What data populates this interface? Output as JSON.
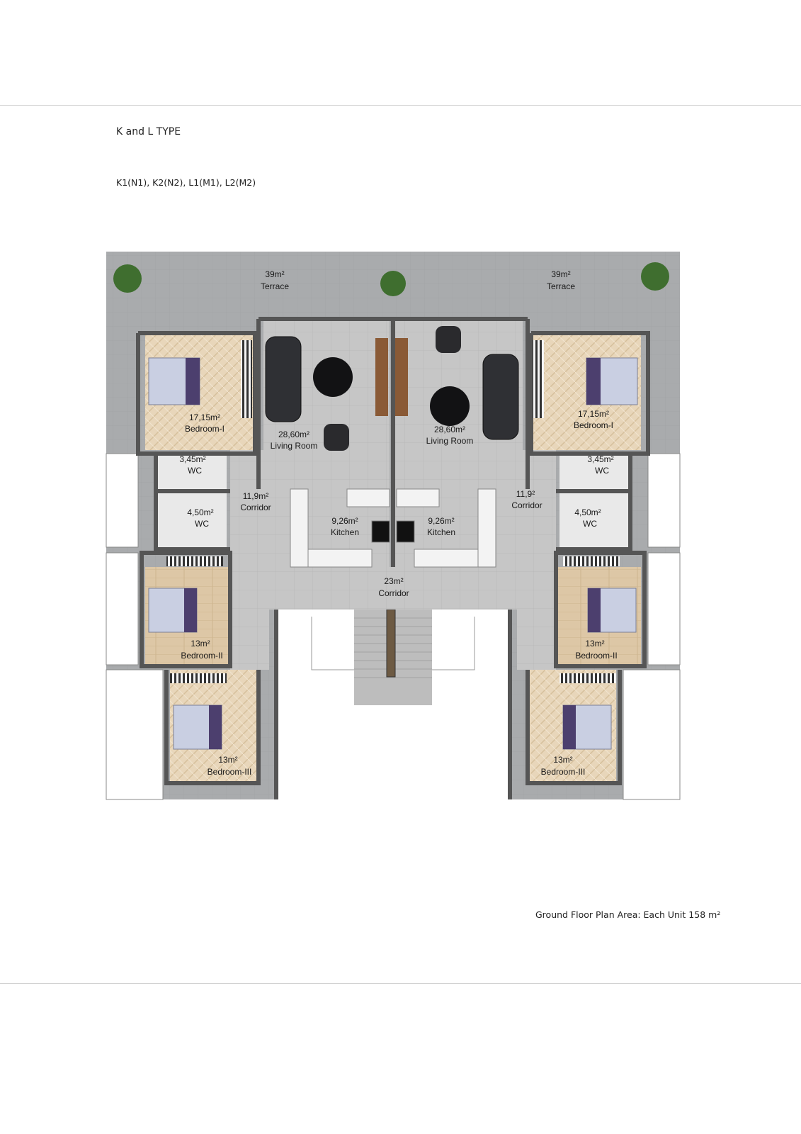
{
  "header": {
    "title": "K and L TYPE",
    "units": "K1(N1), K2(N2), L1(M1), L2(M2)"
  },
  "footer": {
    "area_note": "Ground Floor Plan Area: Each Unit 158 m²"
  },
  "rooms": {
    "terrace_left": {
      "area": "39m²",
      "name": "Terrace"
    },
    "terrace_right": {
      "area": "39m²",
      "name": "Terrace"
    },
    "bed1_left": {
      "area": "17,15m²",
      "name": "Bedroom-I"
    },
    "bed1_right": {
      "area": "17,15m²",
      "name": "Bedroom-I"
    },
    "living_left": {
      "area": "28,60m²",
      "name": "Living Room"
    },
    "living_right": {
      "area": "28,60m²",
      "name": "Living Room"
    },
    "wc1_left": {
      "area": "3,45m²",
      "name": "WC"
    },
    "wc1_right": {
      "area": "3,45m²",
      "name": "WC"
    },
    "wc2_left": {
      "area": "4,50m²",
      "name": "WC"
    },
    "wc2_right": {
      "area": "4,50m²",
      "name": "WC"
    },
    "corr_left": {
      "area": "11,9m²",
      "name": "Corridor"
    },
    "corr_right": {
      "area": "11,9²",
      "name": "Corridor"
    },
    "kitchen_left": {
      "area": "9,26m²",
      "name": "Kitchen"
    },
    "kitchen_right": {
      "area": "9,26m²",
      "name": "Kitchen"
    },
    "corr_center": {
      "area": "23m²",
      "name": "Corridor"
    },
    "bed2_left": {
      "area": "13m²",
      "name": "Bedroom-II"
    },
    "bed2_right": {
      "area": "13m²",
      "name": "Bedroom-II"
    },
    "bed3_left": {
      "area": "13m²",
      "name": "Bedroom-III"
    },
    "bed3_right": {
      "area": "13m²",
      "name": "Bedroom-III"
    }
  },
  "colors": {
    "terrace": "#a9abad",
    "wall": "#555555",
    "wood_floor": "#e6d3b6",
    "tile_floor": "#c9c9c9",
    "bed_sheet": "#c9cfe2"
  }
}
